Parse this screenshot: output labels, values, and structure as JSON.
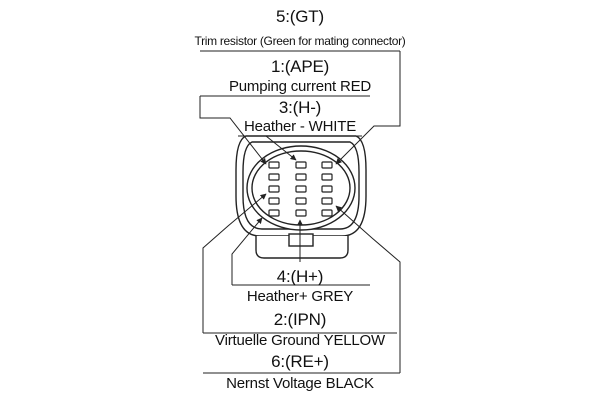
{
  "diagram": {
    "connector": {
      "name": "sensor-connector"
    },
    "pins": [
      {
        "id": "5",
        "code": "5:(GT)",
        "label": "5:(GT)",
        "desc": "Trim resistor (Green for mating connector)"
      },
      {
        "id": "1",
        "code": "1:(APE)",
        "label": "1:(APE)",
        "desc": "Pumping current RED"
      },
      {
        "id": "3",
        "code": "3:(H-)",
        "label": "3:(H-)",
        "desc": "Heather - WHITE"
      },
      {
        "id": "4",
        "code": "4:(H+)",
        "label": "4:(H+)",
        "desc": "Heather+ GREY"
      },
      {
        "id": "2",
        "code": "2:(IPN)",
        "label": "2:(IPN)",
        "desc": "Virtuelle Ground YELLOW"
      },
      {
        "id": "6",
        "code": "6:(RE+)",
        "label": "6:(RE+)",
        "desc": "Nernst Voltage BLACK"
      }
    ],
    "colors": {
      "line": "#222222",
      "background": "#ffffff"
    }
  }
}
